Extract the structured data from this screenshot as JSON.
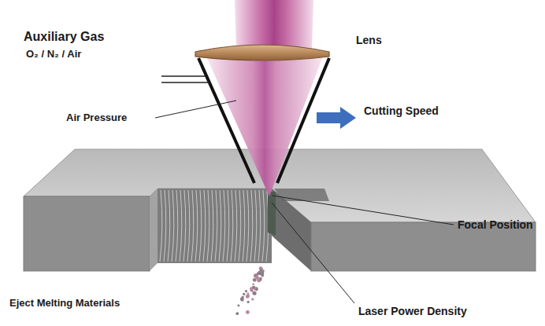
{
  "diagram": {
    "labels": [
      "Auxiliary Gas",
      "O₂ / N₂ / Air",
      "Lens",
      "Air Pressure",
      "Cutting Speed",
      "Focal Position",
      "Eject Melting Materials",
      "Laser Power Density"
    ]
  }
}
